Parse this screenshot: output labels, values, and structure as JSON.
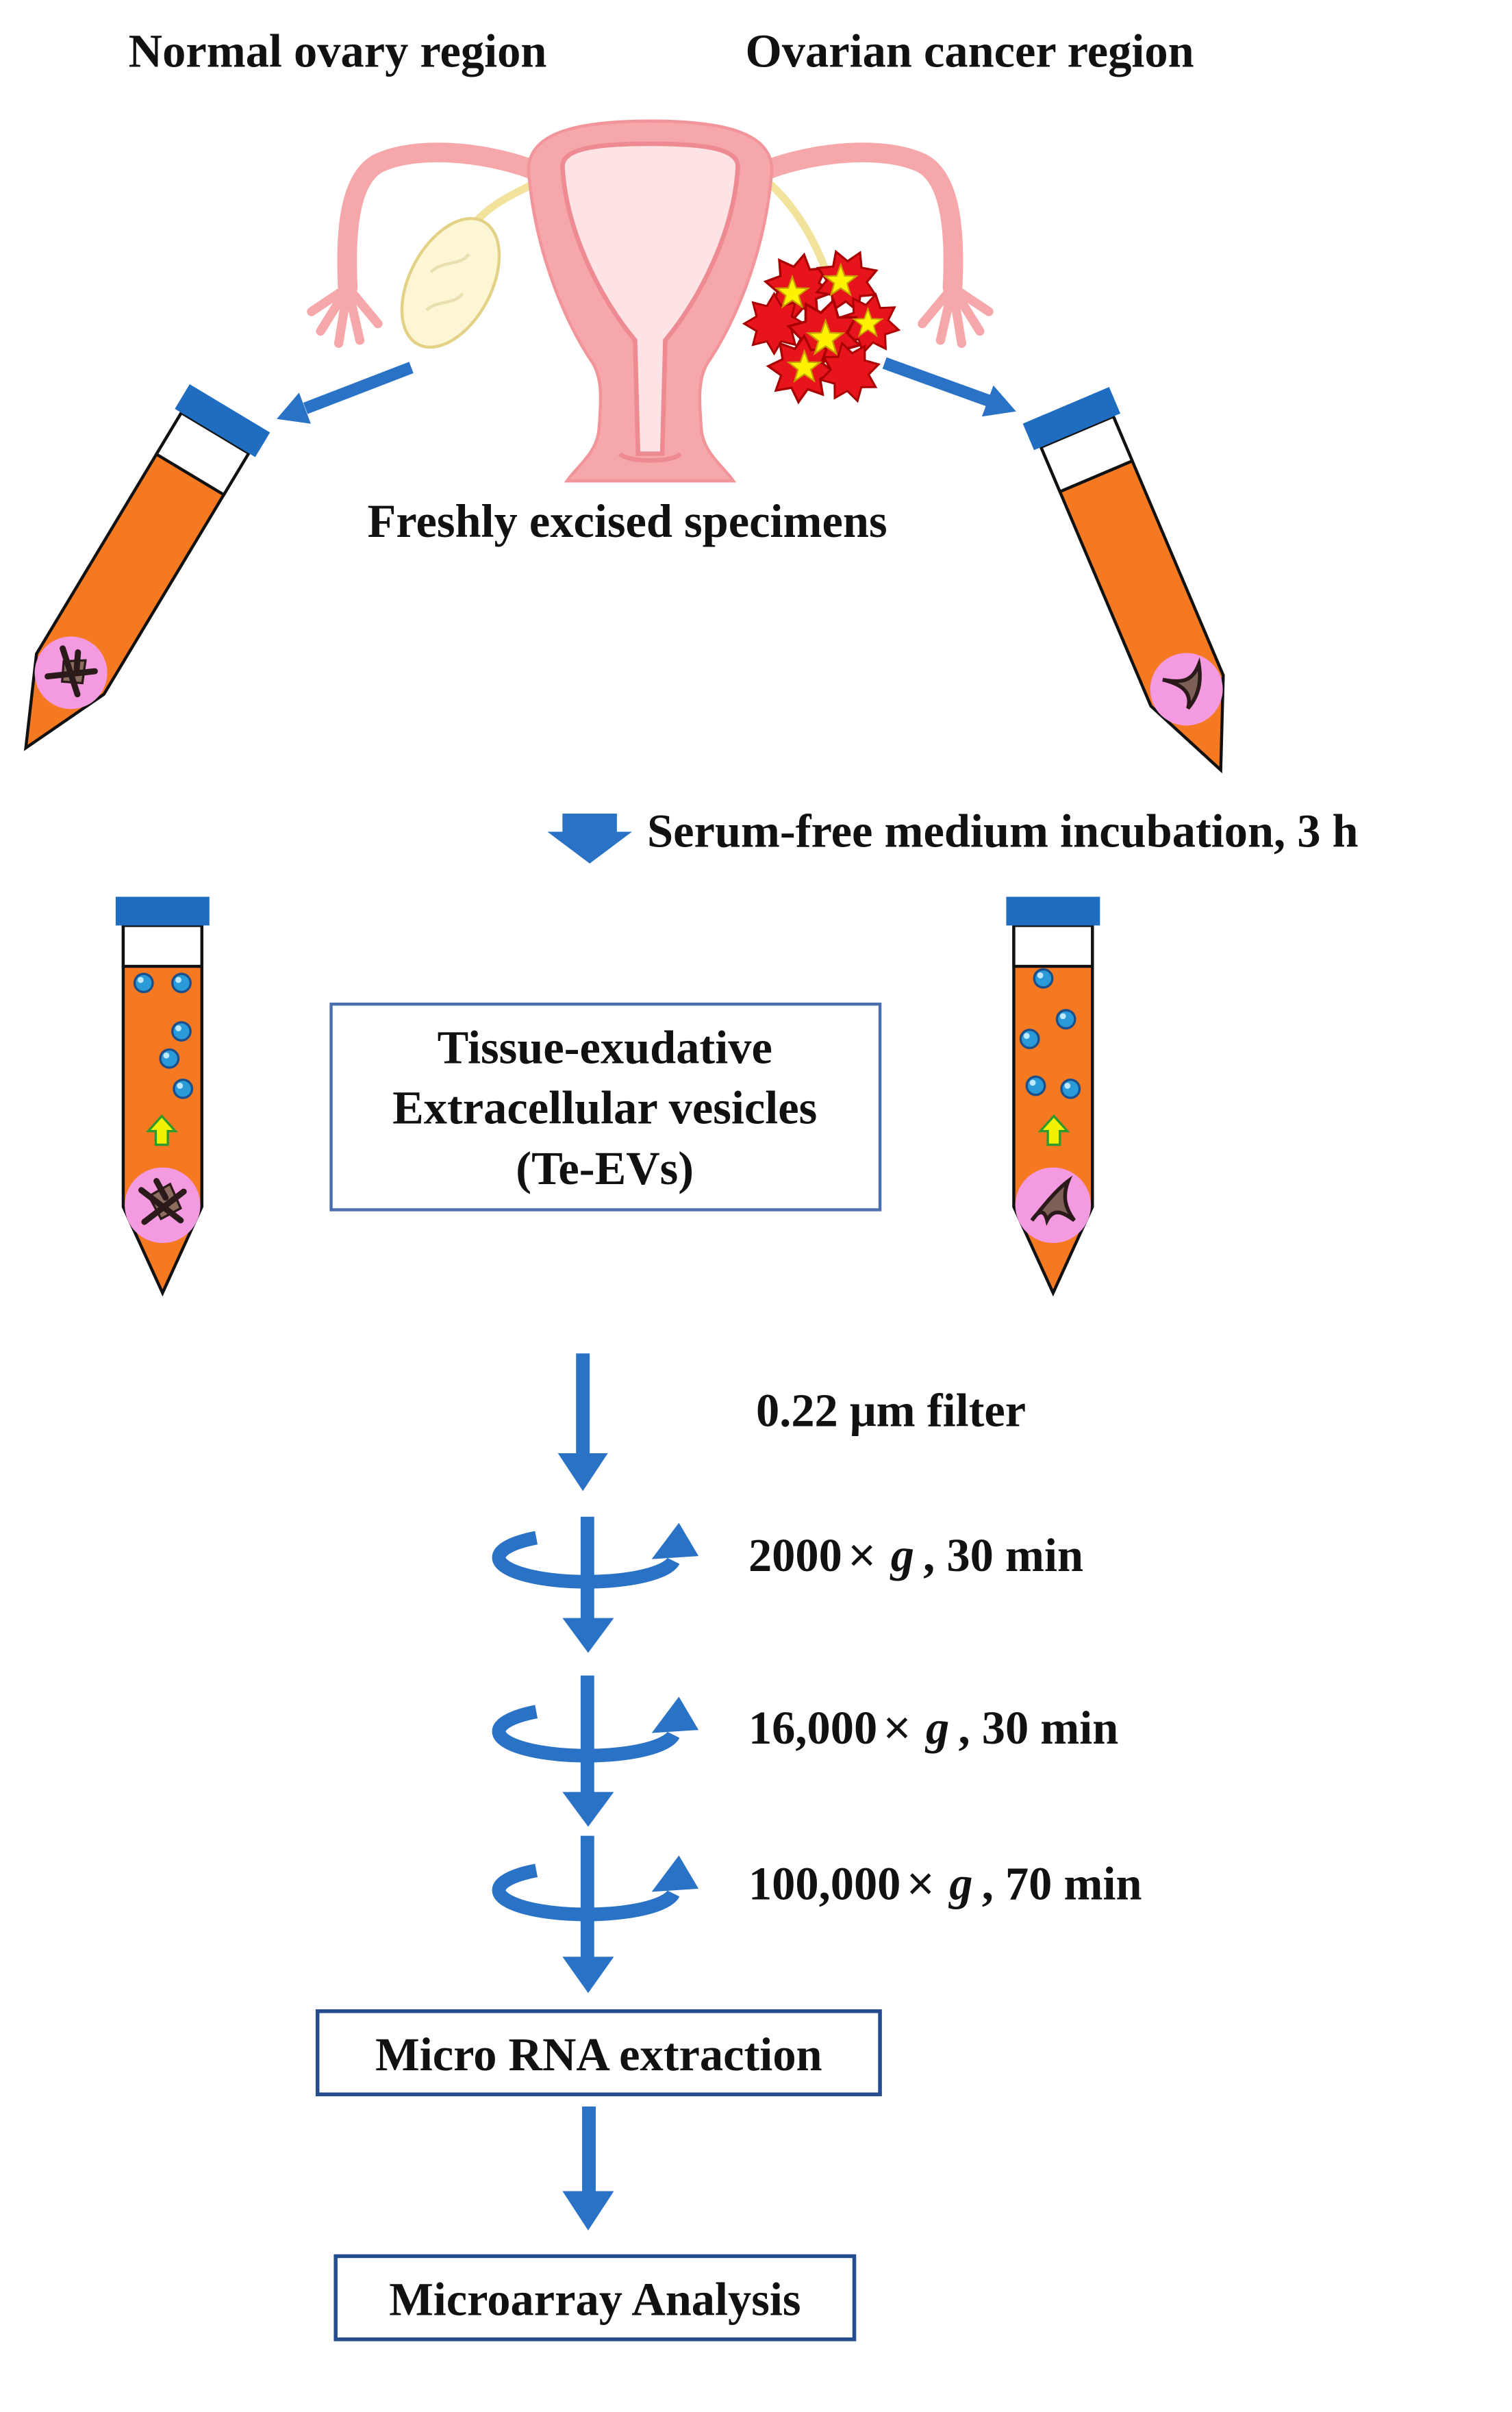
{
  "header": {
    "normal_label": "Normal ovary region",
    "cancer_label": "Ovarian cancer region"
  },
  "specimens_label": "Freshly excised specimens",
  "incubation_label": "Serum-free medium incubation, 3 h",
  "te_evs_box": {
    "lines": [
      "Tissue-exudative",
      "Extracellular vesicles",
      "(Te-EVs)"
    ]
  },
  "filter_label": "0.22 μm filter",
  "centrifugation": [
    {
      "speed": "2000",
      "times": "×",
      "unit": "g",
      "duration": ", 30 min"
    },
    {
      "speed": "16,000",
      "times": "×",
      "unit": "g",
      "duration": ", 30 min"
    },
    {
      "speed": "100,000",
      "times": "×",
      "unit": "g",
      "duration": ", 70 min"
    }
  ],
  "extraction_box": "Micro RNA extraction",
  "analysis_box": "Microarray Analysis",
  "colors": {
    "arrow_blue": "#2a72c6",
    "tube_cap_blue": "#1f6dc0",
    "tube_medium_orange": "#f47920",
    "tissue_spot_pink": "#f49ae0",
    "uterus_pink": "#f6a7aa",
    "tumor_red": "#e8141c",
    "tumor_yellow": "#fff200",
    "vesicle_blue": "#2a9ad8"
  }
}
